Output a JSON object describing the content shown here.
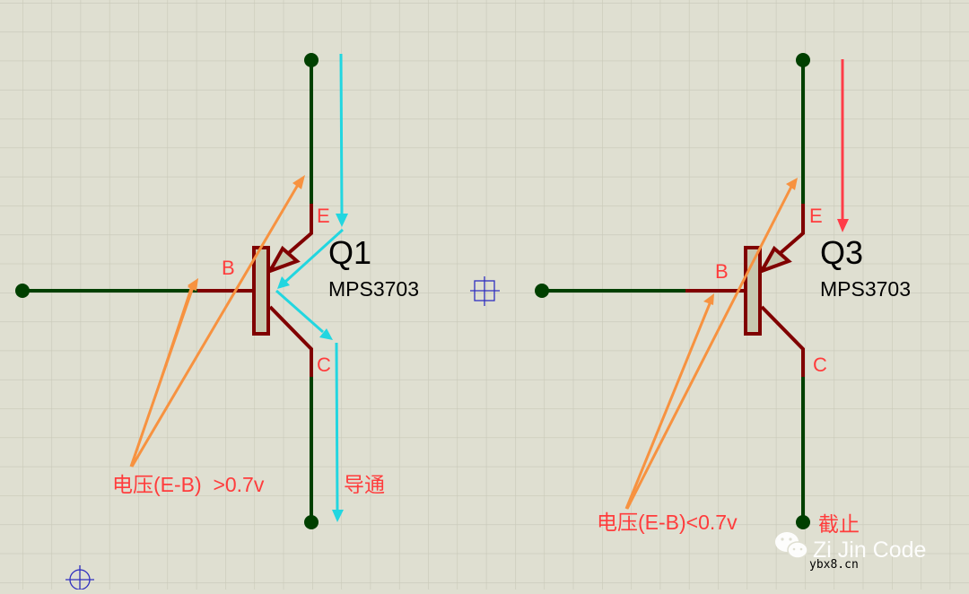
{
  "canvas": {
    "background": "#dfdfd1",
    "grid_color": "#c8c8b8",
    "grid_spacing": 32.3
  },
  "colors": {
    "wire": "#004000",
    "pin": "#800000",
    "body_fill": "#c8c8b0",
    "pin_label": "#ff3c3c",
    "annotation_orange": "#f79240",
    "annotation_cyan": "#22d6e0",
    "annotation_red": "#ff3c48",
    "ref_text": "#000000",
    "origin_marker": "#3030c0",
    "watermark": "#ffffff"
  },
  "transistors": [
    {
      "ref": "Q1",
      "part": "MPS3703",
      "pins": {
        "emitter": "E",
        "base": "B",
        "collector": "C"
      },
      "annotation": "电压(E-B)  >0.7v",
      "state": "导通"
    },
    {
      "ref": "Q3",
      "part": "MPS3703",
      "pins": {
        "emitter": "E",
        "base": "B",
        "collector": "C"
      },
      "annotation": "电压(E-B)<0.7v",
      "state": "截止"
    }
  ],
  "watermark": {
    "brand": "Zi Jin Code",
    "site": "ybx8.cn"
  }
}
